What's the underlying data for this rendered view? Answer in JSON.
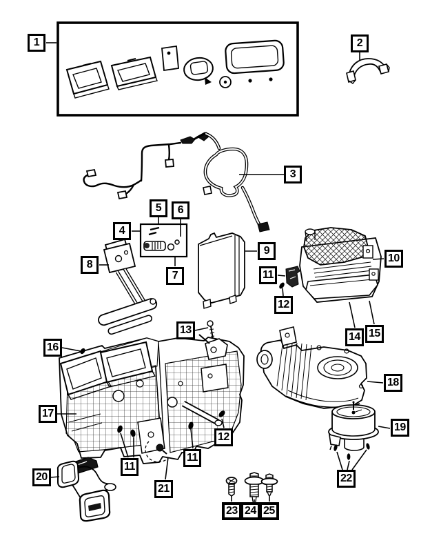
{
  "colors": {
    "ink": "#000000",
    "paper": "#ffffff"
  },
  "callouts": [
    {
      "id": "1",
      "label": "1"
    },
    {
      "id": "2",
      "label": "2"
    },
    {
      "id": "3",
      "label": "3"
    },
    {
      "id": "4",
      "label": "4"
    },
    {
      "id": "5",
      "label": "5"
    },
    {
      "id": "6",
      "label": "6"
    },
    {
      "id": "7",
      "label": "7"
    },
    {
      "id": "8",
      "label": "8"
    },
    {
      "id": "9",
      "label": "9"
    },
    {
      "id": "10",
      "label": "10"
    },
    {
      "id": "11a",
      "label": "11"
    },
    {
      "id": "12a",
      "label": "12"
    },
    {
      "id": "13",
      "label": "13"
    },
    {
      "id": "14",
      "label": "14"
    },
    {
      "id": "15",
      "label": "15"
    },
    {
      "id": "16",
      "label": "16"
    },
    {
      "id": "17",
      "label": "17"
    },
    {
      "id": "18",
      "label": "18"
    },
    {
      "id": "19",
      "label": "19"
    },
    {
      "id": "20",
      "label": "20"
    },
    {
      "id": "21",
      "label": "21"
    },
    {
      "id": "22",
      "label": "22"
    },
    {
      "id": "23",
      "label": "23"
    },
    {
      "id": "24",
      "label": "24"
    },
    {
      "id": "25",
      "label": "25"
    },
    {
      "id": "11b",
      "label": "11"
    },
    {
      "id": "11c",
      "label": "11"
    },
    {
      "id": "12b",
      "label": "12"
    }
  ]
}
